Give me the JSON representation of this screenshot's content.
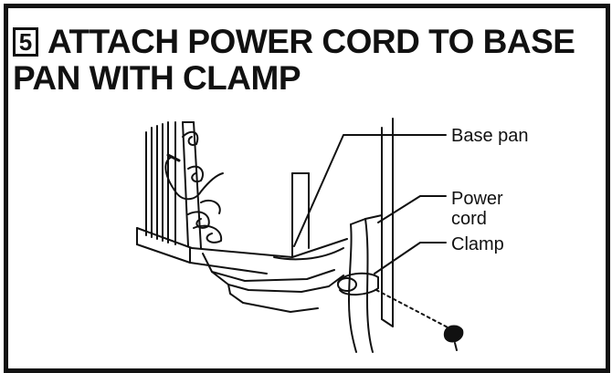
{
  "header": {
    "step_number": "5",
    "title_line1": "ATTACH POWER CORD TO BASE",
    "title_line2": "PAN WITH CLAMP"
  },
  "callouts": {
    "base_pan": "Base pan",
    "power_cord_line1": "Power",
    "power_cord_line2": "cord",
    "clamp": "Clamp"
  },
  "colors": {
    "ink": "#111111",
    "background": "#ffffff"
  }
}
